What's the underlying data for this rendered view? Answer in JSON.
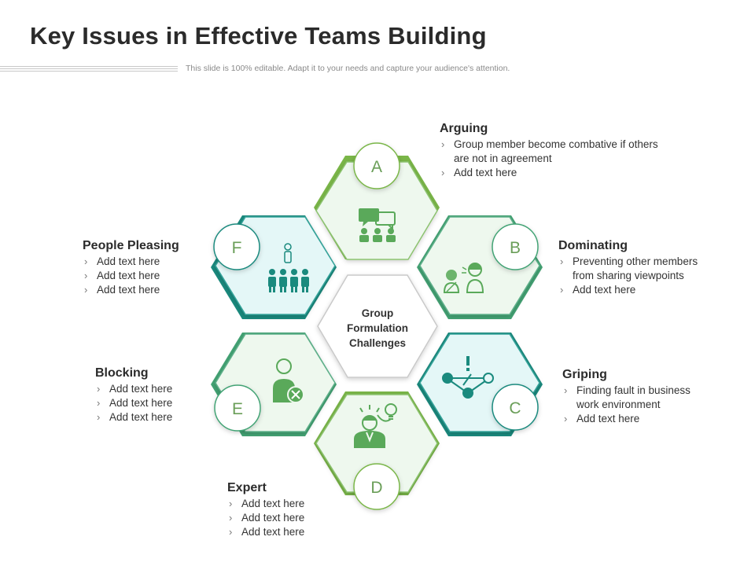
{
  "page": {
    "title": "Key Issues in Effective Teams Building",
    "subtitle": "This slide is 100% editable. Adapt it to your needs and capture your audience's attention."
  },
  "center": {
    "lines": [
      "Group",
      "Formulation",
      "Challenges"
    ]
  },
  "colors": {
    "green": "#7ab648",
    "teal": "#1a8a7e",
    "mid_green": "#43a374",
    "light_green_fill": "#eef8ee",
    "light_teal_fill": "#e4f7f7",
    "letter": "#6a9e58"
  },
  "segments": [
    {
      "letter": "A",
      "heading": "Arguing",
      "bullets": [
        "Group member become combative if others are not in agreement",
        "Add text here"
      ],
      "icon": "chat-group-icon"
    },
    {
      "letter": "B",
      "heading": "Dominating",
      "bullets": [
        "Preventing other members from sharing viewpoints",
        "Add text here"
      ],
      "icon": "dominating-person-icon"
    },
    {
      "letter": "C",
      "heading": "Griping",
      "bullets": [
        "Finding fault in business work environment",
        "Add text here"
      ],
      "icon": "network-alert-icon"
    },
    {
      "letter": "D",
      "heading": "Expert",
      "bullets": [
        "Add text here",
        "Add text here",
        "Add text here"
      ],
      "icon": "expert-idea-icon"
    },
    {
      "letter": "E",
      "heading": "Blocking",
      "bullets": [
        "Add text here",
        "Add text here",
        "Add text here"
      ],
      "icon": "blocked-user-icon"
    },
    {
      "letter": "F",
      "heading": "People Pleasing",
      "bullets": [
        "Add text here",
        "Add text here",
        "Add text here"
      ],
      "icon": "team-leader-icon"
    }
  ]
}
